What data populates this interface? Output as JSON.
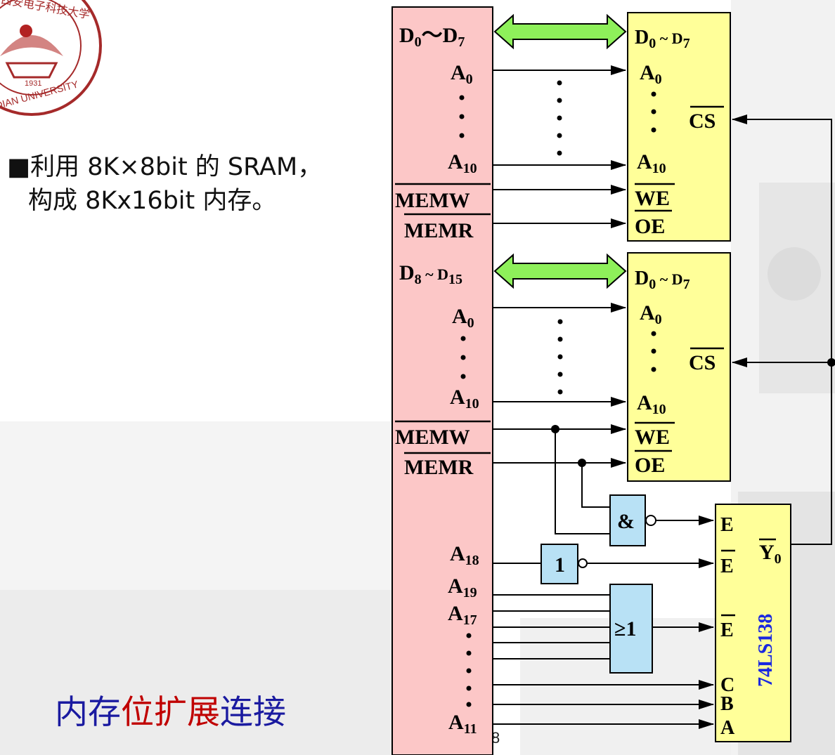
{
  "slide": {
    "bullet_line1": "利用 8K×8bit 的 SRAM，",
    "bullet_line2": "构成 8Kx16bit 内存。",
    "caption_part1": "内存",
    "caption_part2": "位扩展",
    "caption_part3": "连接",
    "page_number": "8",
    "logo_year": "1931",
    "logo_text": "XIDIAN UNIVERSITY",
    "logo_top_text": "西安电子科技大学"
  },
  "bus": {
    "data_low_a": "D",
    "data_low_s1": "0",
    "data_low_t": "～D",
    "data_low_s2": "7",
    "data_high_a": "D",
    "data_high_s1": "8",
    "data_high_t": " ~ D",
    "data_high_s2": "15",
    "a0": "A",
    "a0_sub": "0",
    "a10": "A",
    "a10_sub": "10",
    "memw": "MEMW",
    "memr": "MEMR",
    "a18": "A",
    "a18_sub": "18",
    "a19": "A",
    "a19_sub": "19",
    "a17": "A",
    "a17_sub": "17",
    "a11": "A",
    "a11_sub": "11"
  },
  "chip1": {
    "d_a": "D",
    "d_s1": "0",
    "d_t": " ~ D",
    "d_s2": "7",
    "a0": "A",
    "a0_sub": "0",
    "a10": "A",
    "a10_sub": "10",
    "cs": "CS",
    "we": "WE",
    "oe": "OE"
  },
  "chip2": {
    "d_a": "D",
    "d_s1": "0",
    "d_t": " ~ D",
    "d_s2": "7",
    "a0": "A",
    "a0_sub": "0",
    "a10": "A",
    "a10_sub": "10",
    "cs": "CS",
    "we": "WE",
    "oe": "OE"
  },
  "gates": {
    "and_label": "&",
    "not_label": "1",
    "or_label": "≥1"
  },
  "decoder": {
    "name": "74LS138",
    "e": "E",
    "e_bar1": "E",
    "e_bar2": "E",
    "c": "C",
    "b": "B",
    "a": "A",
    "y": "Y",
    "y_sub": "0"
  },
  "colors": {
    "bus_fill": "#fcc7c7",
    "chip_fill": "#ffff99",
    "gate_fill": "#b8e1f5",
    "arrow_fill": "#8ef05a",
    "decoder_label": "#1a28e0"
  }
}
